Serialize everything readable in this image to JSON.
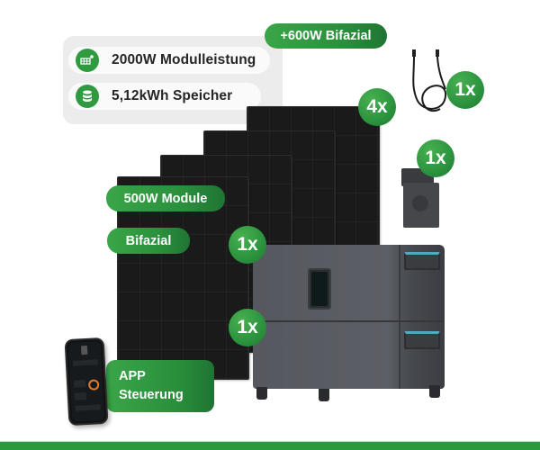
{
  "features": {
    "module_power": {
      "icon": "solar-panel-icon",
      "label": "2000W Modulleistung"
    },
    "storage": {
      "icon": "database-storage-icon",
      "label": "5,12kWh Speicher"
    }
  },
  "pills": {
    "bifacial_bonus": "+600W Bifazial",
    "module_type": "500W Module",
    "bifacial": "Bifazial",
    "app_line1": "APP",
    "app_line2": "Steuerung"
  },
  "quantities": {
    "solar_panels": "4x",
    "cable": "1x",
    "smart_meter": "1x",
    "battery_controller": "1x",
    "battery_module": "1x"
  },
  "colors": {
    "brand_green": "#2e9540",
    "bar_green": "#2b9a3f",
    "card_bg": "#ececec"
  }
}
